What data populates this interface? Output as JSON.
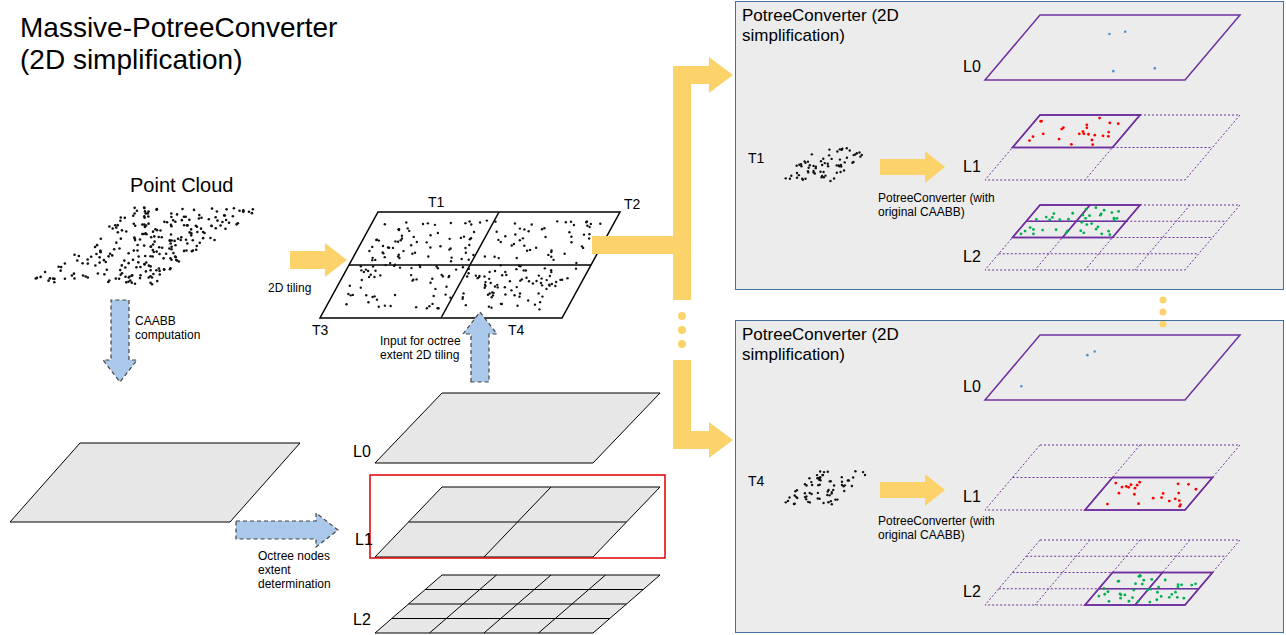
{
  "diagram": {
    "title": "Massive-PotreeConverter (2D simplification)",
    "nodes": [
      {
        "text": [
          "PotreeConverter (2D simplification)"
        ]
      },
      {
        "text": [
          "PotreeConverter (2D simplification)"
        ]
      }
    ],
    "labels": [
      "Point Cloud",
      "2D tiling",
      "T1",
      "T2",
      "T3",
      "T4",
      "CAABB computation",
      "Input for octree extent 2D tiling",
      "Octree nodes extent determination",
      "L0",
      "L1",
      "L2",
      "T1",
      "PotreeConverter (with original CAABB)",
      "L0",
      "L1",
      "L2",
      "T4",
      "PotreeConverter (with original CAABB)",
      "L0",
      "L1",
      "L2"
    ]
  }
}
